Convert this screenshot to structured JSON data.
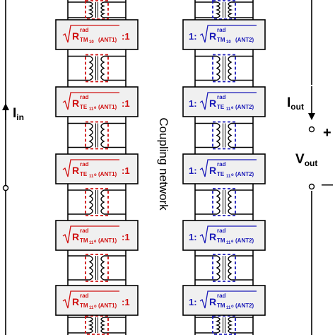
{
  "colors": {
    "left": "#d01010",
    "right": "#1a1ab8",
    "wire": "#000000",
    "box_fill": "#f0f0f0"
  },
  "coupling_label": "Coupling network",
  "left_port": {
    "current_main": "I",
    "current_sub": "in"
  },
  "right_port": {
    "current_main": "I",
    "current_sub": "out",
    "voltage_main": "V",
    "voltage_sub": "out",
    "plus": "+",
    "minus": "—"
  },
  "left_ratios": [
    {
      "main": "R",
      "sup": "rad",
      "sub": "TM",
      "mode": "10",
      "mode_sub": "",
      "ant": "(ANT1)",
      "ratio": ":1"
    },
    {
      "main": "R",
      "sup": "rad",
      "sub": "TE",
      "mode": "11",
      "mode_sub": "e",
      "ant": "(ANT1)",
      "ratio": ":1"
    },
    {
      "main": "R",
      "sup": "rad",
      "sub": "TE",
      "mode": "11",
      "mode_sub": "o",
      "ant": "(ANT1)",
      "ratio": ":1"
    },
    {
      "main": "R",
      "sup": "rad",
      "sub": "TM",
      "mode": "11",
      "mode_sub": "e",
      "ant": "(ANT1)",
      "ratio": ":1"
    },
    {
      "main": "R",
      "sup": "rad",
      "sub": "TM",
      "mode": "11",
      "mode_sub": "o",
      "ant": "(ANT1)",
      "ratio": ":1"
    }
  ],
  "right_ratios": [
    {
      "prefix": "1:",
      "main": "R",
      "sup": "rad",
      "sub": "TM",
      "mode": "10",
      "mode_sub": "",
      "ant": "(ANT2)"
    },
    {
      "prefix": "1:",
      "main": "R",
      "sup": "rad",
      "sub": "TE",
      "mode": "11",
      "mode_sub": "e",
      "ant": "(ANT2)"
    },
    {
      "prefix": "1:",
      "main": "R",
      "sup": "rad",
      "sub": "TE",
      "mode": "11",
      "mode_sub": "o",
      "ant": "(ANT2)"
    },
    {
      "prefix": "1:",
      "main": "R",
      "sup": "rad",
      "sub": "TM",
      "mode": "11",
      "mode_sub": "e",
      "ant": "(ANT2)"
    },
    {
      "prefix": "1:",
      "main": "R",
      "sup": "rad",
      "sub": "TM",
      "mode": "11",
      "mode_sub": "o",
      "ant": "(ANT2)"
    }
  ]
}
